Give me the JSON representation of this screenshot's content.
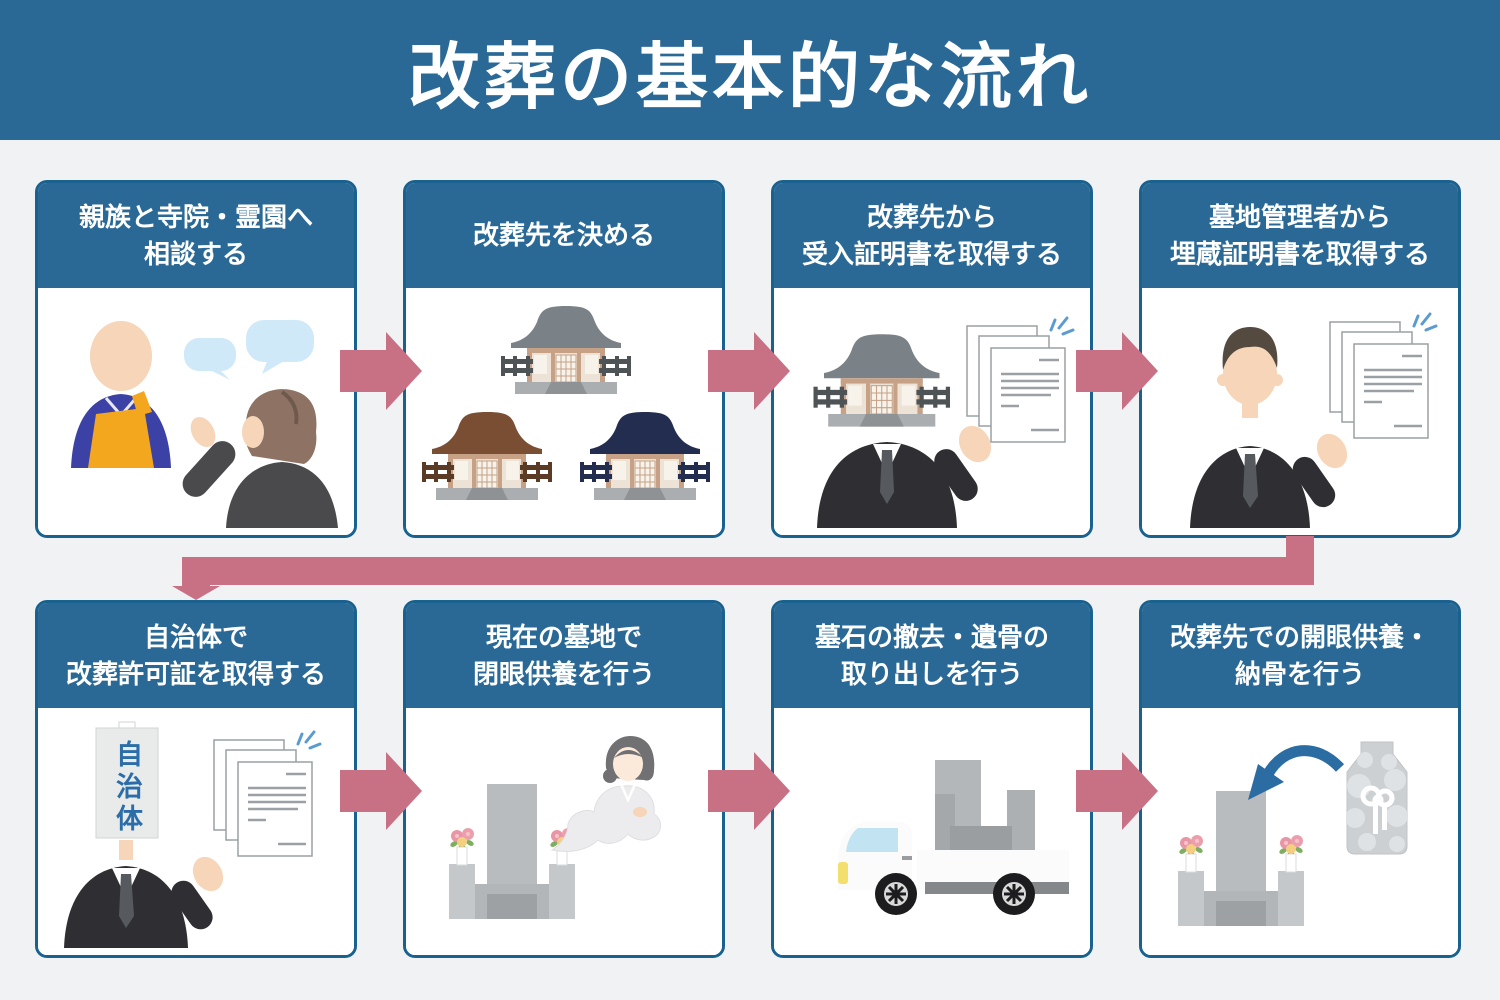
{
  "page": {
    "title": "改葬の基本的な流れ"
  },
  "colors": {
    "banner_blue": "#2a6996",
    "card_border_blue": "#19618f",
    "arrow_pink": "#c97184",
    "background_gray": "#f0f2f3",
    "speech_bubble_blue": "#cfe9f8",
    "sparkle_blue": "#5b9bd0",
    "urn_arrow_blue": "#2b6ca3"
  },
  "steps": [
    {
      "id": 1,
      "title": "親族と寺院・霊園へ\n相談する",
      "illustration": "monk-consultation-illustration"
    },
    {
      "id": 2,
      "title": "改葬先を決める",
      "illustration": "three-temples-illustration"
    },
    {
      "id": 3,
      "title": "改葬先から\n受入証明書を取得する",
      "illustration": "temple-certificate-illustration"
    },
    {
      "id": 4,
      "title": "墓地管理者から\n埋蔵証明書を取得する",
      "illustration": "manager-certificate-illustration"
    },
    {
      "id": 5,
      "title": "自治体で\n改葬許可証を取得する",
      "illustration": "municipality-permit-illustration",
      "sign_text": "自治体"
    },
    {
      "id": 6,
      "title": "現在の墓地で\n閉眼供養を行う",
      "illustration": "grave-spirit-illustration"
    },
    {
      "id": 7,
      "title": "墓石の撤去・遺骨の\n取り出しを行う",
      "illustration": "truck-removal-illustration"
    },
    {
      "id": 8,
      "title": "改葬先での開眼供養・\n納骨を行う",
      "illustration": "new-grave-urn-illustration"
    }
  ]
}
